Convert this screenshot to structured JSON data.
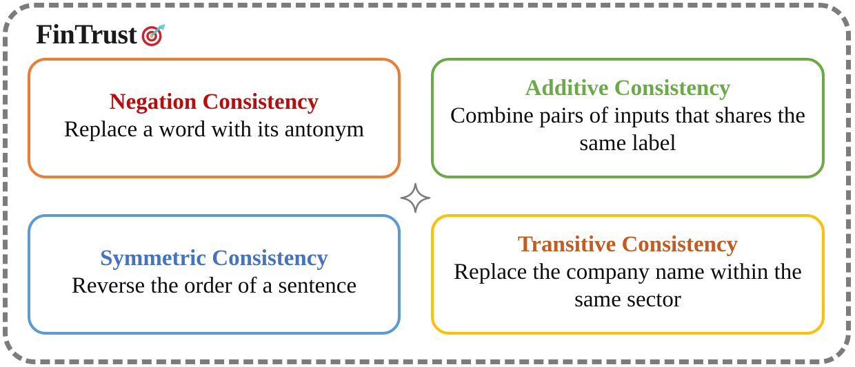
{
  "brand": {
    "name": "FinTrust",
    "icon": "dart-target-icon"
  },
  "center": {
    "icon": "sparkle-icon"
  },
  "colors": {
    "frame_border": "#7c7c7c",
    "negation_border": "#ED7D31",
    "negation_title": "#BE0A0A",
    "additive_border": "#6AAB46",
    "additive_title": "#6AAB46",
    "symmetric_border": "#5B9BD5",
    "symmetric_title": "#4573C4",
    "transitive_border": "#FFC000",
    "transitive_title": "#C75B1E",
    "body_text": "#0d0d0d"
  },
  "cards": [
    {
      "id": "negation",
      "title": "Negation Consistency",
      "description": "Replace a word with its antonym"
    },
    {
      "id": "additive",
      "title": "Additive Consistency",
      "description": "Combine pairs of inputs that shares the same label"
    },
    {
      "id": "symmetric",
      "title": "Symmetric Consistency",
      "description": "Reverse the order of a sentence"
    },
    {
      "id": "transitive",
      "title": "Transitive Consistency",
      "description": "Replace the company name within the same sector"
    }
  ]
}
